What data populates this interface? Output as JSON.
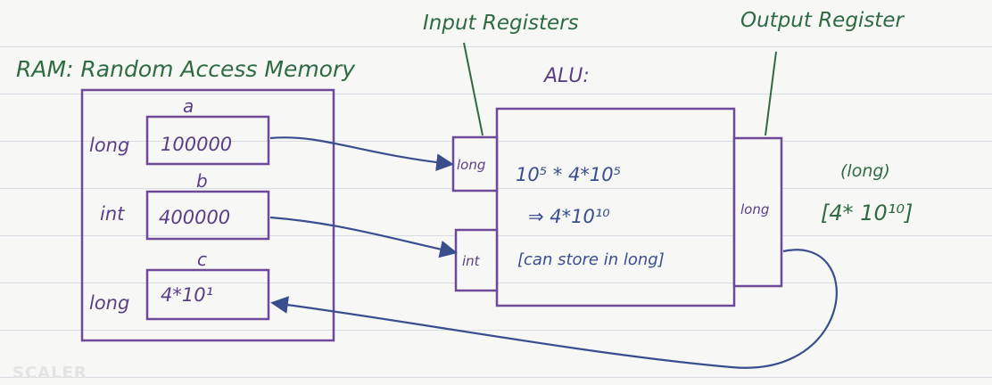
{
  "labels": {
    "ram_title": "RAM: Random Access Memory",
    "alu_title": "ALU:",
    "input_registers": "Input Registers",
    "output_register": "Output Register"
  },
  "variables": [
    {
      "name": "a",
      "type": "long",
      "value": "100000"
    },
    {
      "name": "b",
      "type": "int",
      "value": "400000"
    },
    {
      "name": "c",
      "type": "long",
      "value": "4*10¹"
    }
  ],
  "alu": {
    "input_types": [
      "long",
      "int"
    ],
    "expression": "10⁵ * 4*10⁵",
    "result": "⇒ 4*10¹⁰",
    "note": "[can store in long]",
    "output_type": "long"
  },
  "output_value": {
    "type": "(long)",
    "value": "[4* 10¹⁰]"
  },
  "watermark": "SCALER",
  "colors": {
    "ink_green": "#2e6b43",
    "ink_blue": "#3a4e8f",
    "ink_purple": "#5b3f86",
    "box_outline": "#6d4a99"
  }
}
